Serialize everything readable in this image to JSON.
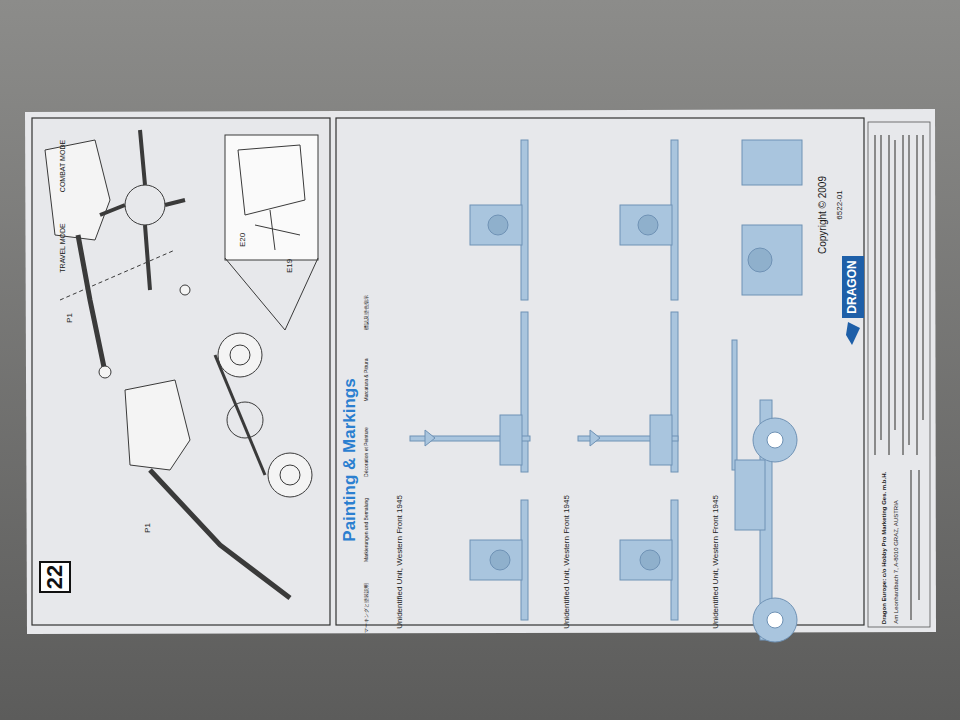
{
  "diagram": {
    "title": "Painting & Markings",
    "nodes": [
      {
        "text": [
          "22"
        ]
      },
      {
        "text": [
          "DRAGON"
        ]
      }
    ],
    "labels": [
      "TRAVEL MODE",
      "COMBAT MODE",
      "P1",
      "P1",
      "E20",
      "E19",
      "マーキングと塗装説明",
      "Markierungen und Bemalung",
      "Décoration et Peinture",
      "Marcatura & Pittura",
      "標誌及塗色指示",
      "Unidentified Unit, Western Front 1945",
      "Unidentified Unit, Western Front 1945",
      "Unidentified Unit, Western Front 1945",
      "Copyright © 2009",
      "6522-01",
      "Dragon Europe: c/o Hobby Pro Marketing Ges. m.b.H.",
      "Am Leonhardbach 7, A-8010 GRAZ, AUSTRIA"
    ]
  }
}
